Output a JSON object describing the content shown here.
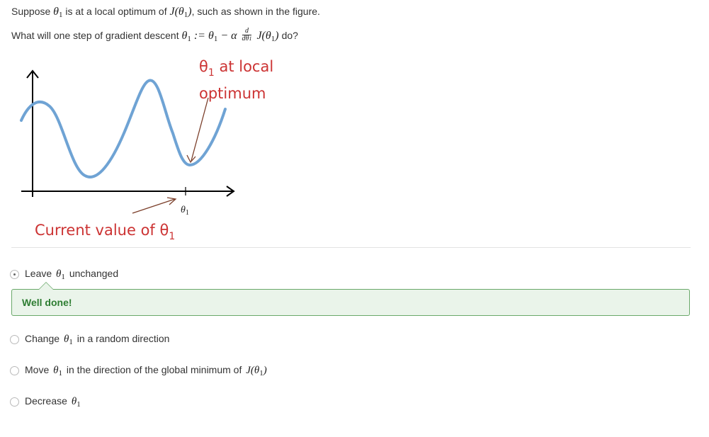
{
  "question": {
    "line1_pre": "Suppose",
    "line1_var": "θ",
    "line1_var_sub": "1",
    "line1_mid": "is at a local optimum of",
    "line1_func": "J(θ",
    "line1_func_sub": "1",
    "line1_func_close": ")",
    "line1_post": ", such as shown in the figure.",
    "line2_pre": "What will one step of gradient descent",
    "line2_expr_a": "θ",
    "line2_expr_a_sub": "1",
    "line2_assign": ":=",
    "line2_expr_b": "θ",
    "line2_expr_b_sub": "1",
    "line2_minus_alpha": "− α",
    "line2_frac_num": "d",
    "line2_frac_den": "dθ",
    "line2_frac_den_sub": "1",
    "line2_func": "J(θ",
    "line2_func_sub": "1",
    "line2_func_close": ")",
    "line2_post": "do?"
  },
  "figure": {
    "local_label_var": "θ",
    "local_label_sub": "1",
    "local_label_line1_rest": " at local",
    "local_label_line2": "optimum",
    "current_label_text": "Current value of θ",
    "current_label_sub": "1",
    "axis_tick_var": "θ",
    "axis_tick_sub": "1",
    "label_color": "#cc3333",
    "curve_color": "#6fa3d4"
  },
  "options": [
    {
      "pre": "Leave",
      "var": "θ",
      "sub": "1",
      "post": "unchanged",
      "selected": true
    },
    {
      "pre": "Change",
      "var": "θ",
      "sub": "1",
      "post": "in a random direction",
      "selected": false
    },
    {
      "pre": "Move",
      "var": "θ",
      "sub": "1",
      "post": "in the direction of the global minimum of",
      "func": "J(θ",
      "func_sub": "1",
      "func_close": ")",
      "selected": false
    },
    {
      "pre": "Decrease",
      "var": "θ",
      "sub": "1",
      "post": "",
      "selected": false
    }
  ],
  "feedback": {
    "text": "Well done!",
    "border_color": "#69a869",
    "bg_color": "#eaf4ea",
    "text_color": "#2e7d32"
  }
}
